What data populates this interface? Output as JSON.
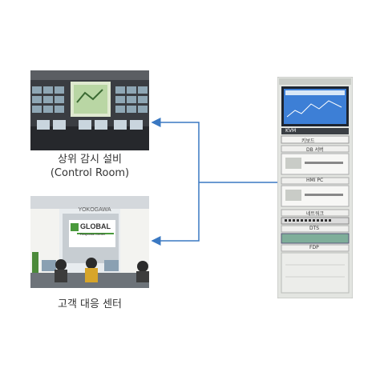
{
  "control_room": {
    "caption_line1": "상위 감시 설비",
    "caption_line2": "(Control Room)"
  },
  "customer_center": {
    "caption": "고객 대응 센터",
    "sign_brand": "YOKOGAWA",
    "sign_global": "GLOBAL",
    "sign_sub": "Response Center"
  },
  "rack": {
    "modules": [
      {
        "label": "KVM"
      },
      {
        "label": "키보드"
      },
      {
        "label": "DB 서버"
      },
      {
        "label": "HMI PC"
      },
      {
        "label": "네트워크"
      },
      {
        "label": "DTS"
      },
      {
        "label": "FDP"
      }
    ]
  },
  "colors": {
    "arrow": "#3a78c2",
    "rack_frame": "#c9ccc7",
    "screen": "#3d7fd6"
  }
}
